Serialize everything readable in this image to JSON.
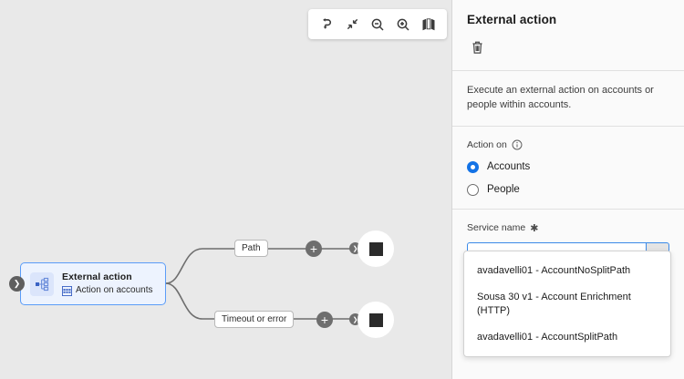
{
  "canvas": {
    "toolbar": [
      {
        "name": "redo-icon",
        "label": "Redo"
      },
      {
        "name": "collapse-icon",
        "label": "Collapse"
      },
      {
        "name": "zoom-out-icon",
        "label": "Zoom out"
      },
      {
        "name": "zoom-in-icon",
        "label": "Zoom in"
      },
      {
        "name": "map-icon",
        "label": "Map overview"
      }
    ],
    "node": {
      "title": "External action",
      "subtitle": "Action on accounts",
      "icon": "split-hierarchy-icon",
      "inlet_icon": "chevron-right-icon"
    },
    "branches": [
      {
        "label": "Path",
        "add_icon": "plus-icon",
        "end_icon": "stop-square-icon"
      },
      {
        "label": "Timeout or error",
        "add_icon": "plus-icon",
        "end_icon": "stop-square-icon"
      }
    ]
  },
  "panel": {
    "title": "External action",
    "delete_icon": "trash-icon",
    "description": "Execute an external action on accounts or people within accounts.",
    "action_on": {
      "label": "Action on",
      "info_icon": "info-icon",
      "options": [
        {
          "label": "Accounts",
          "selected": true
        },
        {
          "label": "People",
          "selected": false
        }
      ]
    },
    "service_name": {
      "label": "Service name",
      "required_marker": "✱",
      "value": "",
      "placeholder": "",
      "chevron_icon": "chevron-down-icon",
      "options": [
        "avadavelli01 - AccountNoSplitPath",
        "Sousa 30 v1 - Account Enrichment (HTTP)",
        "avadavelli01 - AccountSplitPath"
      ]
    }
  },
  "colors": {
    "accent": "#1473e6",
    "node_border": "#5a9cf8",
    "canvas_bg": "#e9e9e9",
    "panel_bg": "#fafafa"
  }
}
